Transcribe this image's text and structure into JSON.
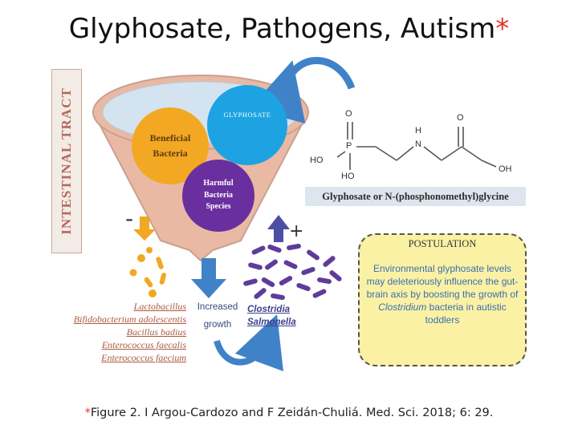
{
  "title": {
    "text": "Glyphosate, Pathogens, Autism",
    "mark": "*"
  },
  "side_label": "INTESTINAL TRACT",
  "circles": {
    "beneficial": {
      "line1": "Beneficial",
      "line2": "Bacteria"
    },
    "glyphosate": "GLYPHOSATE",
    "harmful": {
      "line1": "Harmful",
      "line2": "Bacteria",
      "line3": "Species"
    }
  },
  "chemical": {
    "atoms": {
      "O1": "O",
      "P": "P",
      "HO1": "HO",
      "HO2": "HO",
      "H": "H",
      "N": "N",
      "O2": "O",
      "OH": "OH"
    },
    "name": "Glyphosate or N-(phosphonomethyl)glycine"
  },
  "signs": {
    "minus": "-",
    "plus": "+"
  },
  "growth": {
    "line1": "Increased",
    "line2": "growth"
  },
  "beneficial_species": [
    "Lactobacillus",
    "Bifidobacterium adolescentis",
    "Bacillus badius",
    "Enterococcus faecalis",
    "Enterococcus faecium"
  ],
  "pathogen_species": [
    "Clostridia",
    "Salmonella"
  ],
  "postulation": {
    "heading": "POSTULATION",
    "text_a": "Environmental glyphosate levels may deleteriously influence the gut-brain axis by boosting the growth of ",
    "text_italic": "Clostridium",
    "text_b": " bacteria in autistic toddlers"
  },
  "citation": {
    "mark": "*",
    "text": "Figure 2. I Argou-Cardozo and F Zeidán-Chuliá. Med. Sci. 2018; 6: 29."
  },
  "colors": {
    "beneficial": "#f2a823",
    "glyphosate": "#1ea3e2",
    "harmful": "#6a2f9e",
    "funnel": "#e9b9a4",
    "arrow": "#3f82c8",
    "postulation_bg": "#fbf1a4",
    "postulation_text": "#3a6fb0",
    "accent_red": "#e0342c"
  },
  "icons": [
    "curved-arrow-icon",
    "down-arrow-icon",
    "up-arrow-icon",
    "bacteria-dot-icon",
    "rod-bacteria-icon"
  ]
}
